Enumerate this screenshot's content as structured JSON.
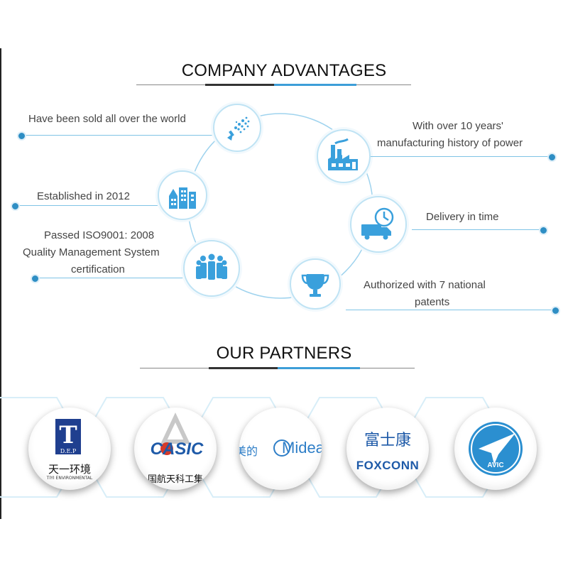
{
  "company_advantages": {
    "title": "COMPANY ADVANTAGES",
    "items": [
      {
        "text": "Have been sold all over the world",
        "icon": "spray-dots-icon"
      },
      {
        "text": "Established in 2012",
        "icon": "buildings-icon"
      },
      {
        "text": "Passed ISO9001: 2008 Quality Management System certification",
        "lines": [
          "Passed ISO9001: 2008",
          "Quality Management System",
          "certification"
        ],
        "icon": "people-group-icon"
      },
      {
        "text": "Authorized with 7 national patents",
        "lines": [
          "Authorized with 7 national",
          "patents"
        ],
        "icon": "trophy-icon"
      },
      {
        "text": "Delivery in time",
        "icon": "delivery-truck-clock-icon"
      },
      {
        "text": "With over 10 years' manufacturing history of power",
        "lines": [
          "With over 10 years'",
          "manufacturing history of power"
        ],
        "icon": "factory-icon"
      }
    ]
  },
  "our_partners": {
    "title": "OUR PARTNERS",
    "logos": [
      {
        "name": "tianyi",
        "mark": "T",
        "sub": "D.E.P",
        "cn": "天一环境",
        "en": "TIYI ENVIRONMENTAL"
      },
      {
        "name": "casic",
        "mark": "CASIC",
        "cn": "国航天科工集"
      },
      {
        "name": "midea",
        "cn": "美的",
        "mark": "Midea"
      },
      {
        "name": "foxconn",
        "cn": "富士康",
        "mark": "FOXCONN"
      },
      {
        "name": "avic",
        "mark": "AVIC"
      }
    ]
  },
  "colors": {
    "accent": "#3d9ed8",
    "icon_blue": "#3aa0dc",
    "ring": "#9fd3ee"
  }
}
